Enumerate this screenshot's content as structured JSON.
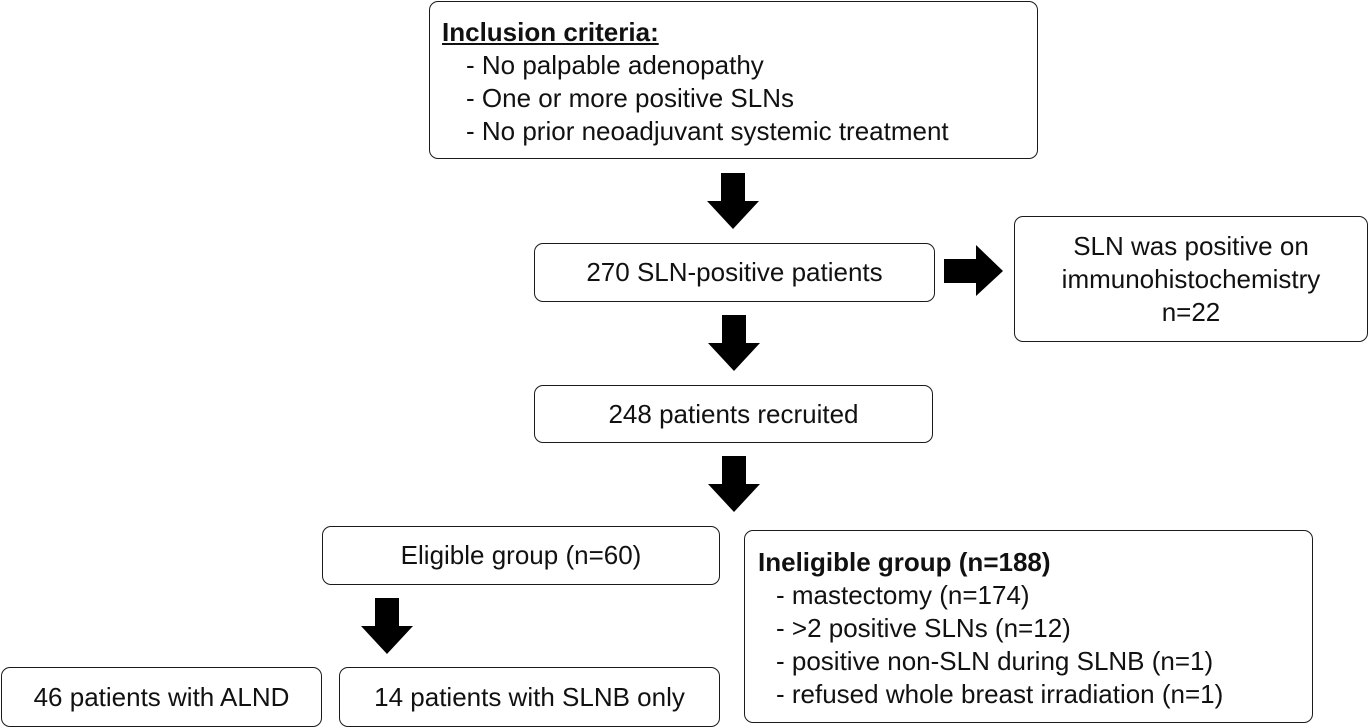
{
  "inclusion": {
    "heading": "Inclusion criteria:",
    "items": [
      "- No palpable adenopathy",
      "- One or more positive SLNs",
      "- No prior neoadjuvant systemic treatment"
    ]
  },
  "sln_positive": {
    "label": "270 SLN-positive patients"
  },
  "ihc_excluded": {
    "line1": "SLN was positive on",
    "line2": "immunohistochemistry",
    "line3": "n=22"
  },
  "recruited": {
    "label": "248 patients recruited"
  },
  "eligible": {
    "label": "Eligible group (n=60)"
  },
  "ineligible": {
    "heading": "Ineligible group (n=188)",
    "items": [
      "- mastectomy (n=174)",
      "- >2 positive SLNs (n=12)",
      "- positive non-SLN during SLNB (n=1)",
      "- refused whole breast irradiation (n=1)"
    ]
  },
  "alnd": {
    "label": "46 patients with ALND"
  },
  "slnb_only": {
    "label": "14 patients with SLNB only"
  },
  "arrow_color": "#000000"
}
